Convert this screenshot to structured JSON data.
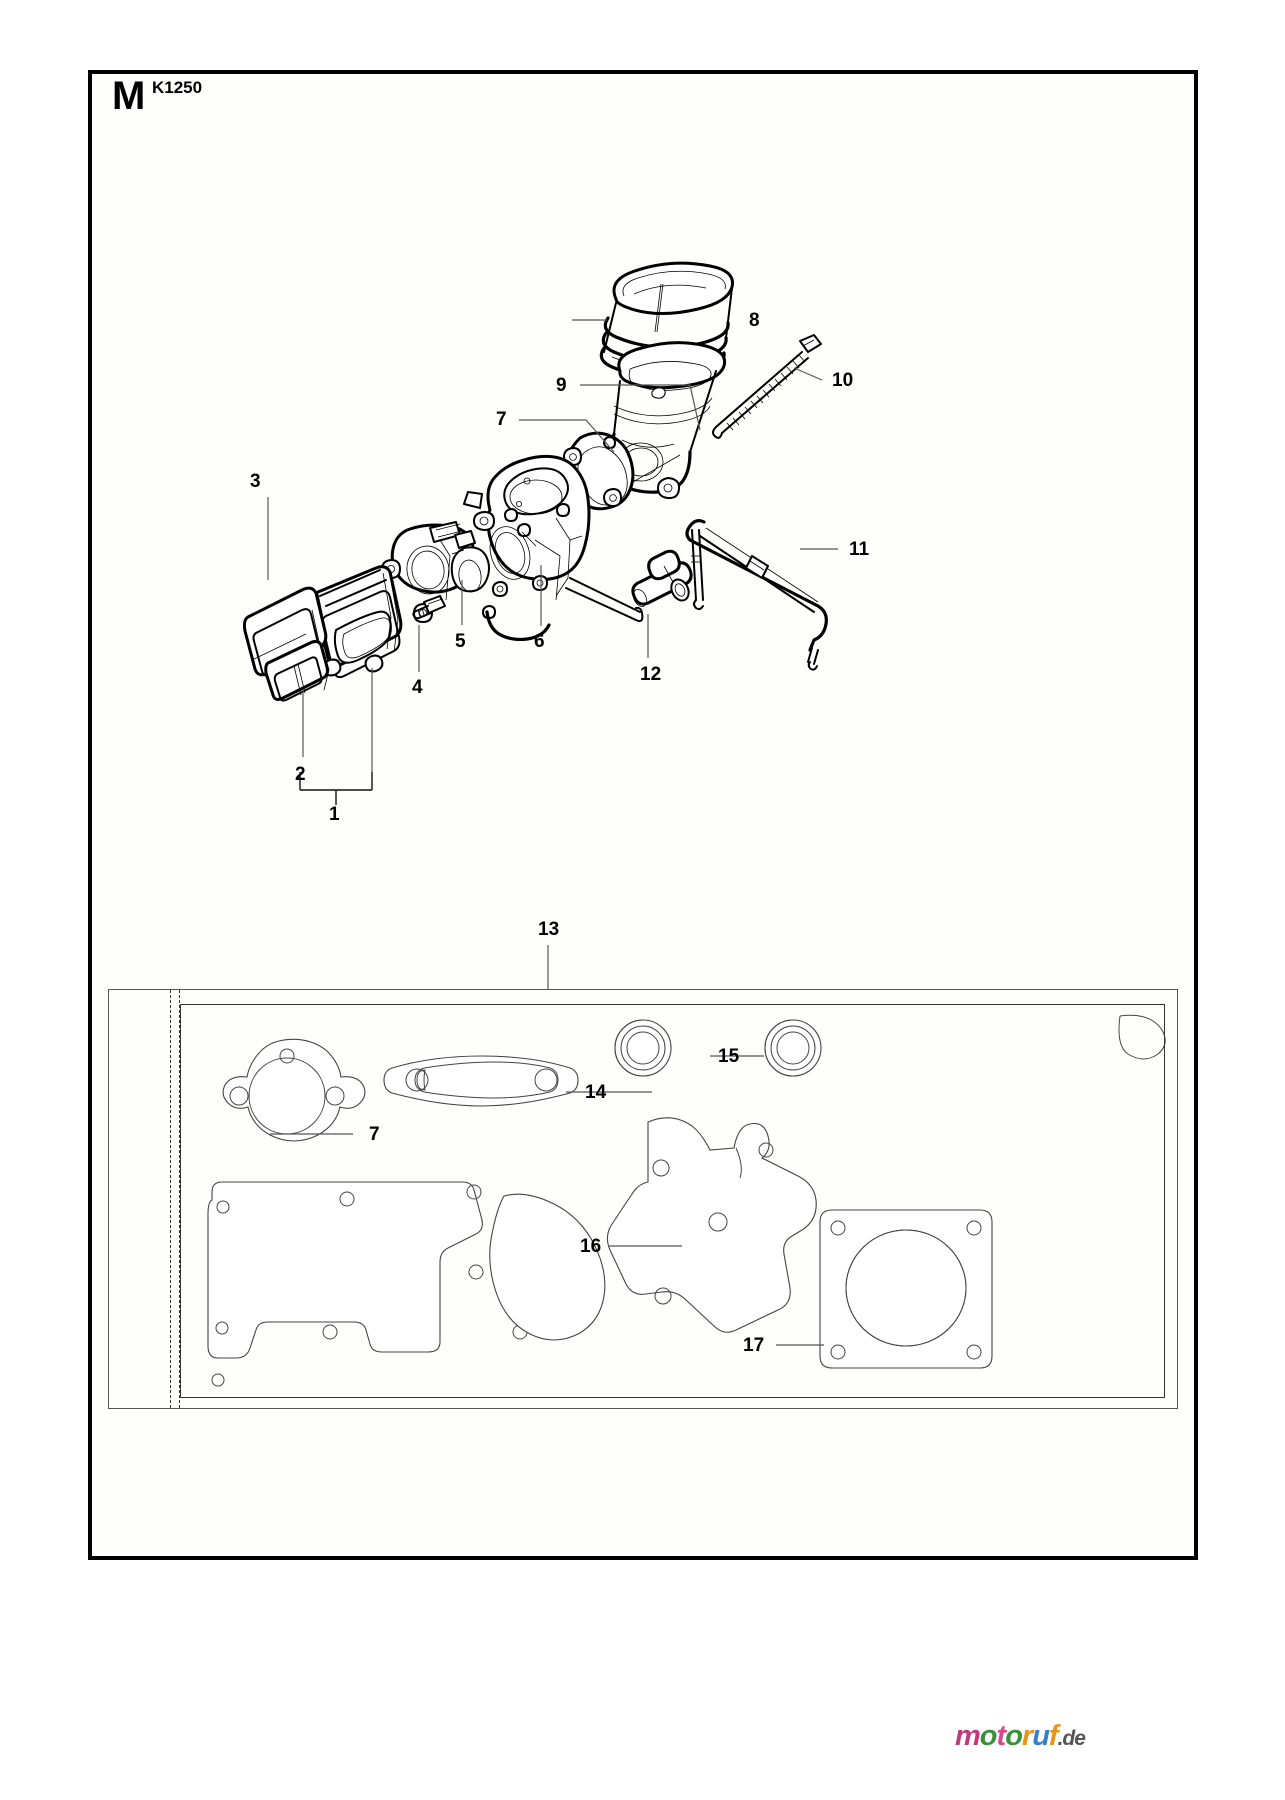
{
  "page": {
    "section_letter": "M",
    "model": "K1250",
    "diagram_type": "exploded parts diagram",
    "subject": "Carburetor / intake and gasket kit"
  },
  "callouts": [
    {
      "id": "3",
      "label": "3",
      "part": "air-filter-seal-frame"
    },
    {
      "id": "2",
      "label": "2",
      "part": "small-intake-gasket"
    },
    {
      "id": "1",
      "label": "1",
      "part": "air-filter-holder-assembly"
    },
    {
      "id": "4",
      "label": "4",
      "part": "screw"
    },
    {
      "id": "5",
      "label": "5",
      "part": "intake-adapter-flange"
    },
    {
      "id": "6",
      "label": "6",
      "part": "carburetor"
    },
    {
      "id": "7a",
      "label": "7",
      "part": "carburetor-gasket"
    },
    {
      "id": "8",
      "label": "8",
      "part": "intake-rubber-boot"
    },
    {
      "id": "9",
      "label": "9",
      "part": "intake-manifold"
    },
    {
      "id": "10",
      "label": "10",
      "part": "long-screw"
    },
    {
      "id": "11",
      "label": "11",
      "part": "fuel-line-assembly"
    },
    {
      "id": "12",
      "label": "12",
      "part": "hose-connector"
    },
    {
      "id": "13",
      "label": "13",
      "part": "gasket-kit"
    },
    {
      "id": "7b",
      "label": "7",
      "part": "carburetor-gasket-in-kit"
    },
    {
      "id": "14",
      "label": "14",
      "part": "muffler-gasket"
    },
    {
      "id": "15",
      "label": "15",
      "part": "crankshaft-oil-seal"
    },
    {
      "id": "16",
      "label": "16",
      "part": "crankcase-gasket"
    },
    {
      "id": "17",
      "label": "17",
      "part": "cylinder-base-gasket"
    }
  ],
  "watermark": {
    "m": "m",
    "o1": "o",
    "t": "t",
    "o2": "o",
    "r": "r",
    "u": "u",
    "f": "f",
    "tld": ".de"
  }
}
